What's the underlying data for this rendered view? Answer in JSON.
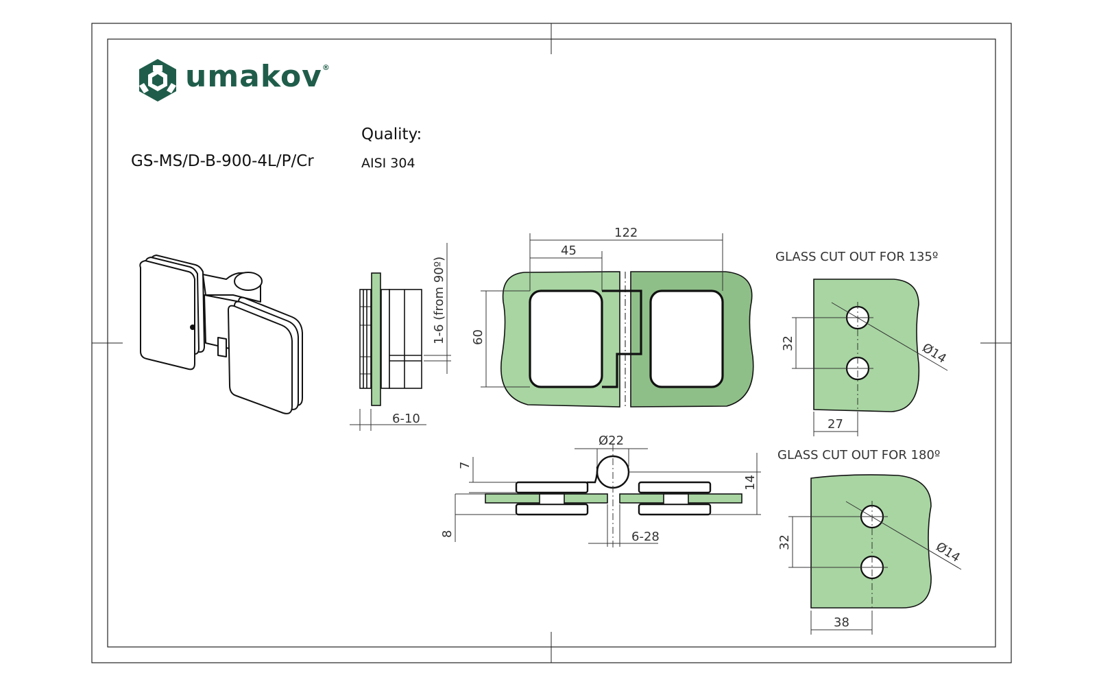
{
  "brand": {
    "name": "umakov",
    "registered": "®"
  },
  "product": {
    "code": "GS-MS/D-B-900-4L/P/Cr"
  },
  "quality": {
    "label": "Quality:",
    "value": "AISI 304"
  },
  "side_view": {
    "adjust_label": "1-6 (from 90º)",
    "glass_label": "6-10"
  },
  "front_view": {
    "width_total": "122",
    "width_left": "45",
    "height": "60"
  },
  "bottom_view": {
    "pin_diameter": "Ø22",
    "offset_top": "7",
    "offset_bottom": "8",
    "thickness": "14",
    "glass_range": "6-28"
  },
  "cutout_135": {
    "title": "GLASS CUT OUT FOR 135º",
    "hole_spacing": "32",
    "hole_diameter": "Ø14",
    "edge_offset": "27"
  },
  "cutout_180": {
    "title": "GLASS CUT OUT FOR 180º",
    "hole_spacing": "32",
    "hole_diameter": "Ø14",
    "edge_offset": "38"
  },
  "colors": {
    "brand": "#1f5d4a",
    "glass": "#a8d5a2",
    "glass_dark": "#8fbf88",
    "line": "#222222"
  }
}
